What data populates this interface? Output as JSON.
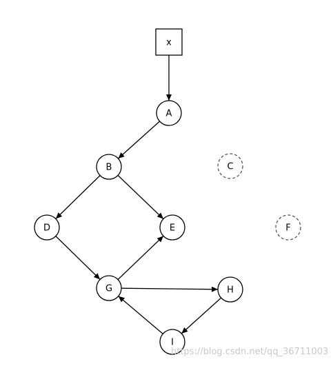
{
  "diagram": {
    "nodes": [
      {
        "id": "x",
        "label": "x",
        "shape": "square",
        "style": "solid"
      },
      {
        "id": "A",
        "label": "A",
        "shape": "circle",
        "style": "solid"
      },
      {
        "id": "B",
        "label": "B",
        "shape": "circle",
        "style": "solid"
      },
      {
        "id": "C",
        "label": "C",
        "shape": "circle",
        "style": "dashed"
      },
      {
        "id": "D",
        "label": "D",
        "shape": "circle",
        "style": "solid"
      },
      {
        "id": "E",
        "label": "E",
        "shape": "circle",
        "style": "solid"
      },
      {
        "id": "F",
        "label": "F",
        "shape": "circle",
        "style": "dashed"
      },
      {
        "id": "G",
        "label": "G",
        "shape": "circle",
        "style": "solid"
      },
      {
        "id": "H",
        "label": "H",
        "shape": "circle",
        "style": "solid"
      },
      {
        "id": "I",
        "label": "I",
        "shape": "circle",
        "style": "solid"
      }
    ],
    "edges": [
      {
        "from": "x",
        "to": "A"
      },
      {
        "from": "A",
        "to": "B"
      },
      {
        "from": "B",
        "to": "D"
      },
      {
        "from": "B",
        "to": "E"
      },
      {
        "from": "D",
        "to": "G"
      },
      {
        "from": "G",
        "to": "E"
      },
      {
        "from": "G",
        "to": "H"
      },
      {
        "from": "H",
        "to": "I"
      },
      {
        "from": "I",
        "to": "G"
      }
    ],
    "colors": {
      "stroke": "#000000",
      "dashed_stroke": "#555555",
      "fill": "#ffffff",
      "watermark": "#c9c9c9"
    }
  },
  "watermark": "https://blog.csdn.net/qq_36711003"
}
